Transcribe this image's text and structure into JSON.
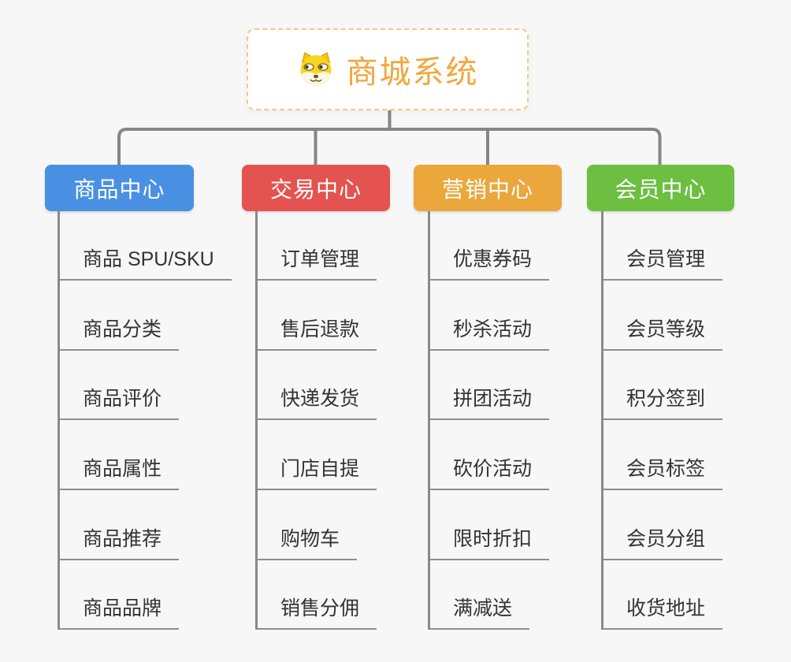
{
  "canvas": {
    "background": "#f7f7f7",
    "connector_color": "#868686",
    "underline_color": "#8e8e8e"
  },
  "root": {
    "title": "商城系统",
    "title_color": "#f1a73e",
    "border_color": "#f5c886",
    "icon": "doge-dog-face-icon"
  },
  "branches": [
    {
      "label": "商品中心",
      "color": "#4a90e2",
      "children": [
        "商品 SPU/SKU",
        "商品分类",
        "商品评价",
        "商品属性",
        "商品推荐",
        "商品品牌"
      ]
    },
    {
      "label": "交易中心",
      "color": "#e4534f",
      "children": [
        "订单管理",
        "售后退款",
        "快递发货",
        "门店自提",
        "购物车",
        "销售分佣"
      ]
    },
    {
      "label": "营销中心",
      "color": "#eba63c",
      "children": [
        "优惠券码",
        "秒杀活动",
        "拼团活动",
        "砍价活动",
        "限时折扣",
        "满减送"
      ]
    },
    {
      "label": "会员中心",
      "color": "#6cbf40",
      "children": [
        "会员管理",
        "会员等级",
        "积分签到",
        "会员标签",
        "会员分组",
        "收货地址"
      ]
    }
  ]
}
